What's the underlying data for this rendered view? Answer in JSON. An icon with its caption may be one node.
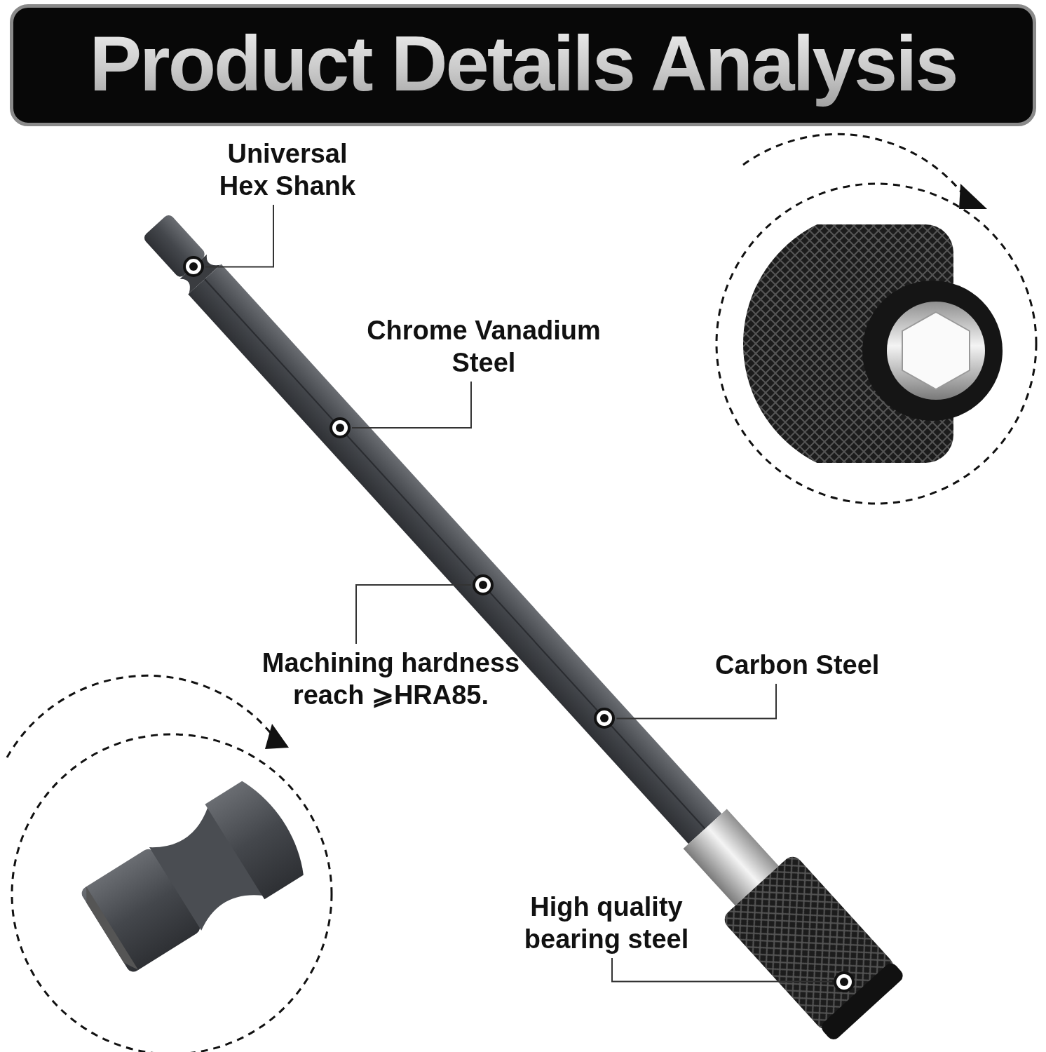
{
  "diagram": {
    "title": "Product Details Analysis",
    "nodes": [
      {
        "text": [
          "Universal Hex Shank"
        ]
      },
      {
        "text": [],
        "shape": "circle"
      },
      {
        "text": [
          "Chrome Vanadium Steel"
        ]
      },
      {
        "text": [],
        "shape": "circle"
      },
      {
        "text": [
          "Machining hardness reach ⩾HRA85."
        ]
      },
      {
        "text": [],
        "shape": "circle"
      },
      {
        "text": [
          "Carbon Steel"
        ]
      },
      {
        "text": [],
        "shape": "circle"
      },
      {
        "text": [
          "High quality bearing steel"
        ]
      },
      {
        "text": [],
        "shape": "circle"
      }
    ],
    "edges": [
      {
        "from": 0,
        "to": 1,
        "arrow": "none"
      },
      {
        "from": 2,
        "to": 3,
        "arrow": "none"
      },
      {
        "from": 4,
        "to": 5,
        "arrow": "none"
      },
      {
        "from": 6,
        "to": 7,
        "arrow": "none"
      },
      {
        "from": 8,
        "to": 9,
        "arrow": "none"
      }
    ]
  }
}
